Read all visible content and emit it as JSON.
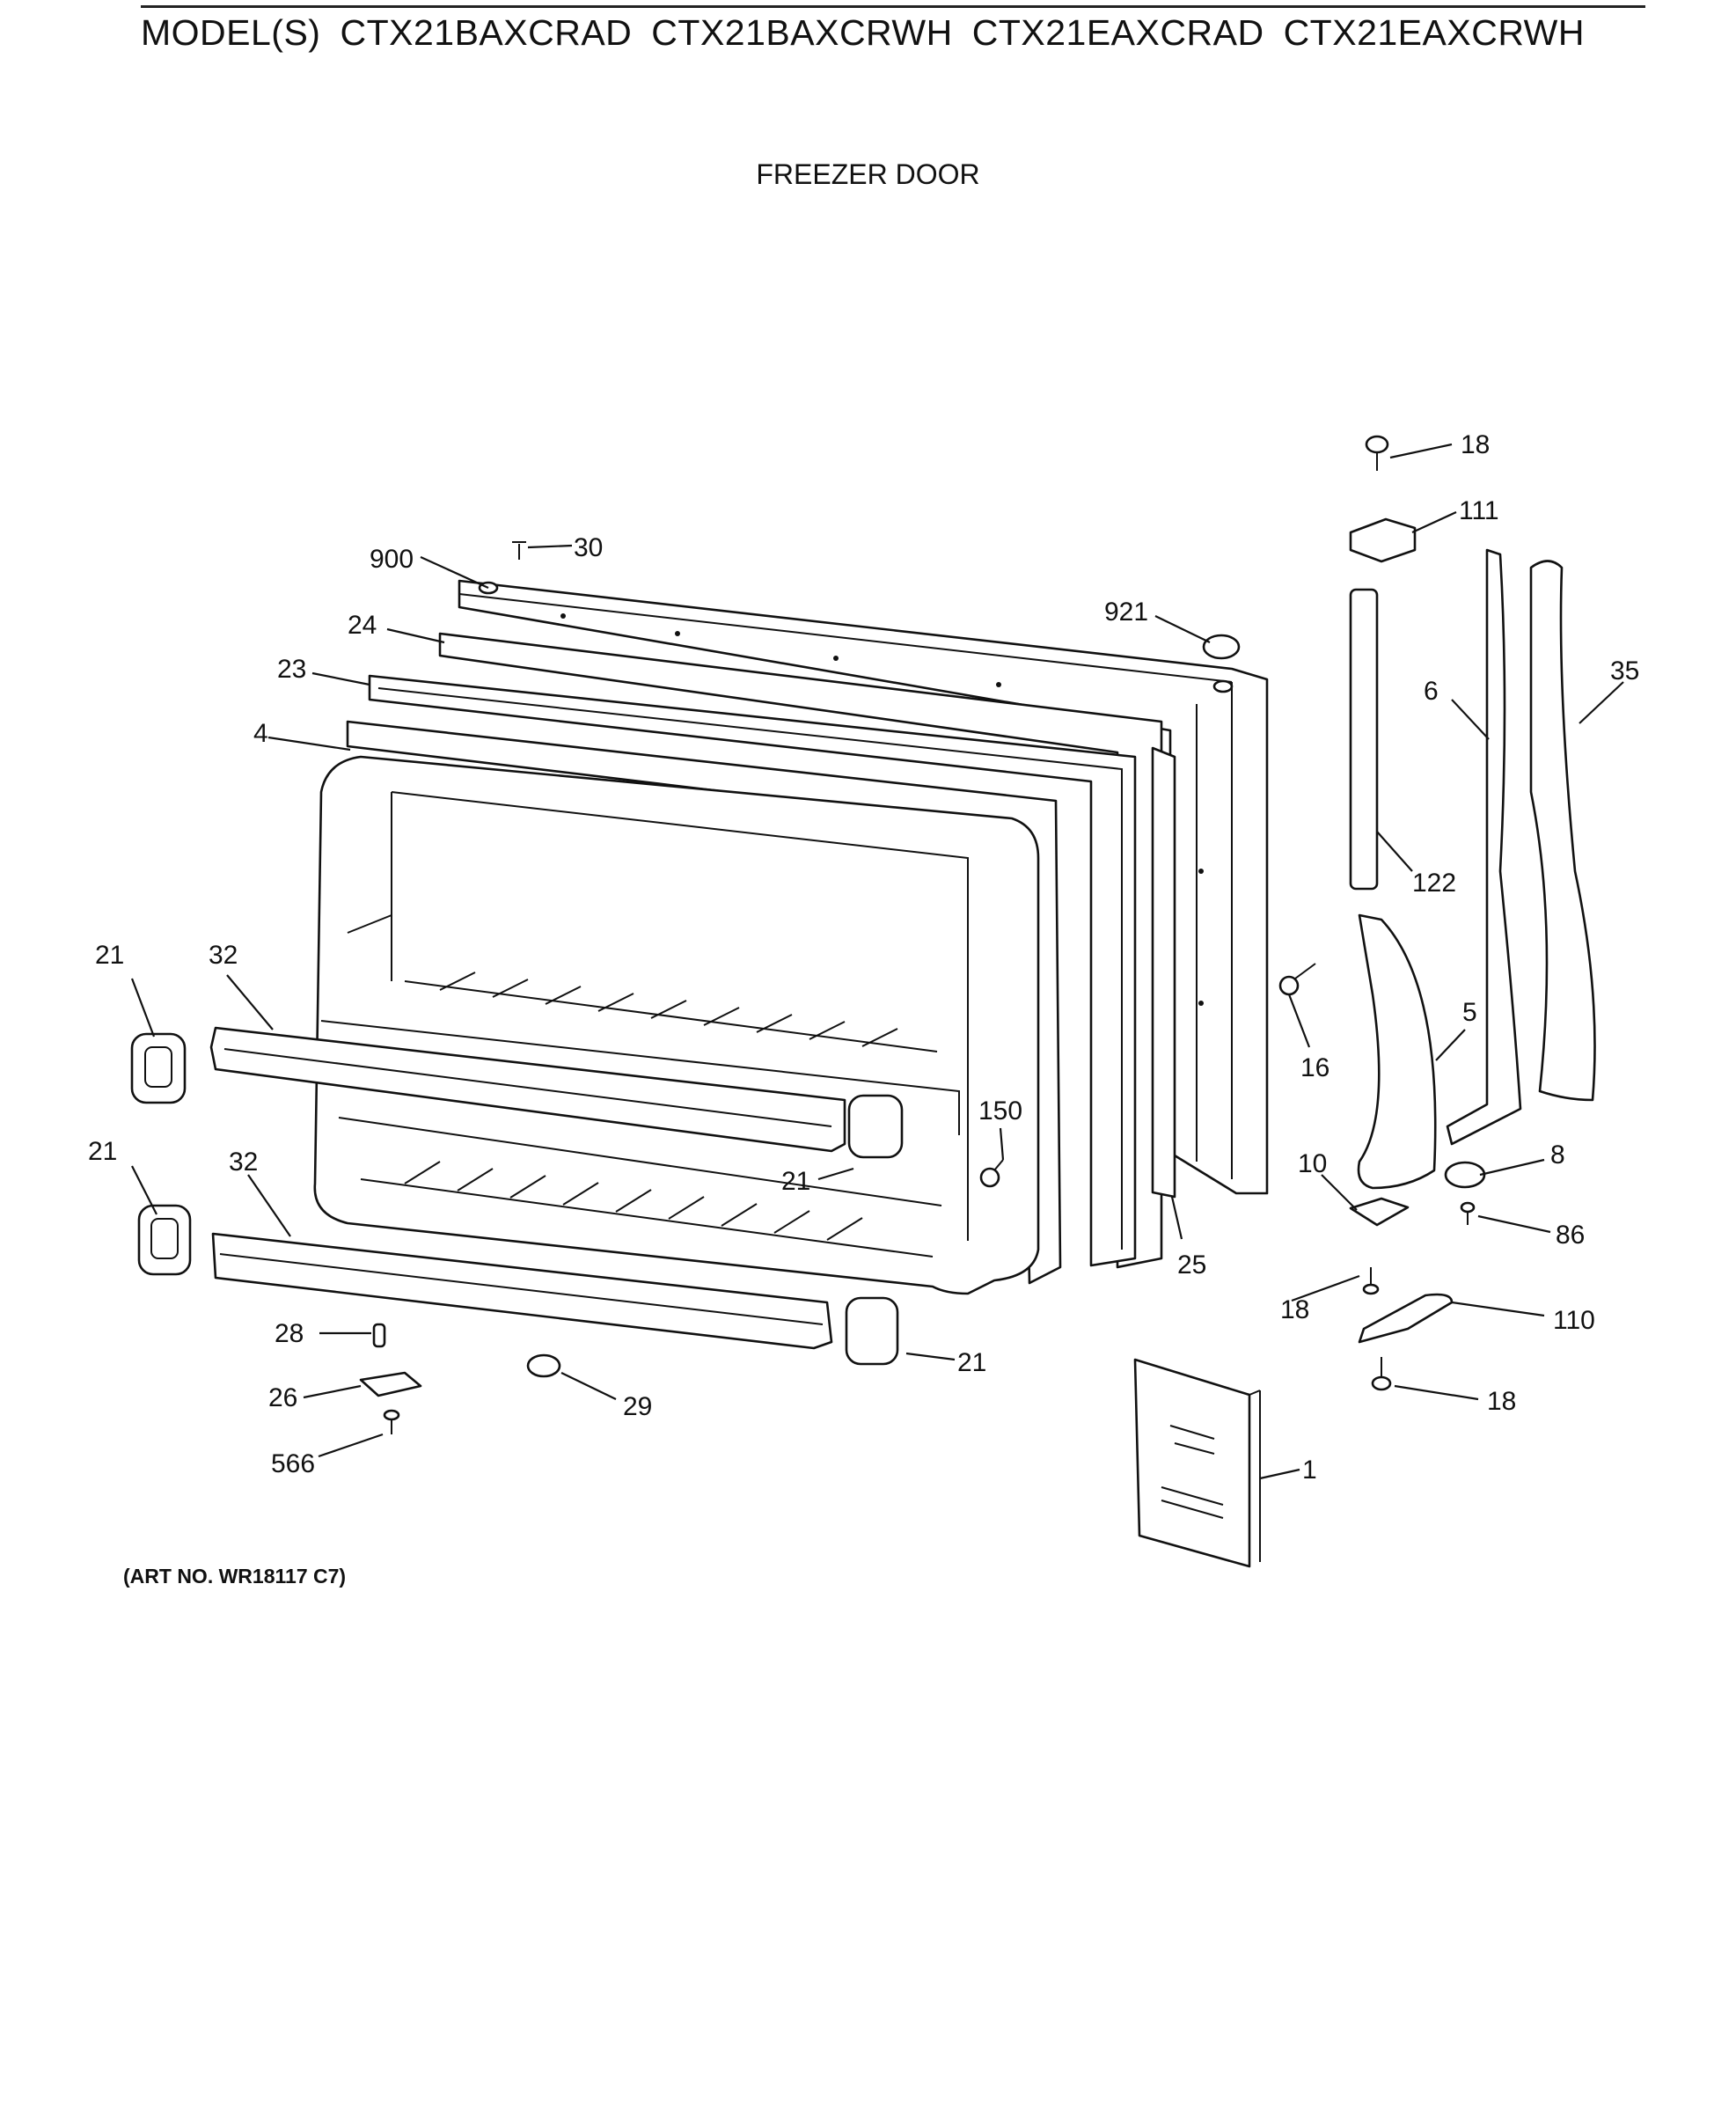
{
  "header": {
    "prefix": "MODEL(S)",
    "models": [
      "CTX21BAXCRAD",
      "CTX21BAXCRWH",
      "CTX21EAXCRAD",
      "CTX21EAXCRWH"
    ]
  },
  "section_title": "FREEZER DOOR",
  "art_number": "(ART NO. WR18117 C7)",
  "callouts": {
    "c18a": "18",
    "c111": "111",
    "c30": "30",
    "c900": "900",
    "c921": "921",
    "c24": "24",
    "c23": "23",
    "c4": "4",
    "c6": "6",
    "c35": "35",
    "c122": "122",
    "c21a": "21",
    "c32a": "32",
    "c5": "5",
    "c16": "16",
    "c150": "150",
    "c21b": "21",
    "c32b": "32",
    "c21c": "21",
    "c10": "10",
    "c8": "8",
    "c86": "86",
    "c25": "25",
    "c18b": "18",
    "c110": "110",
    "c28": "28",
    "c21d": "21",
    "c26": "26",
    "c29": "29",
    "c18c": "18",
    "c566": "566",
    "c1": "1"
  }
}
